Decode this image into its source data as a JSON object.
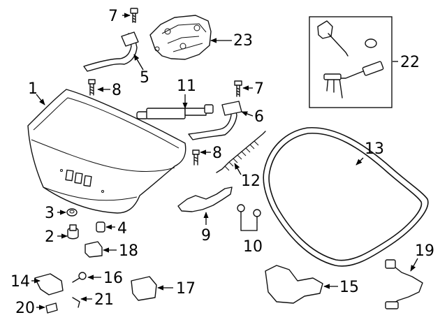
{
  "callouts": {
    "c1": "1",
    "c2": "2",
    "c3": "3",
    "c4": "4",
    "c5": "5",
    "c6": "6",
    "c7a": "7",
    "c7b": "7",
    "c8a": "8",
    "c8b": "8",
    "c9": "9",
    "c10": "10",
    "c11": "11",
    "c12": "12",
    "c13": "13",
    "c14": "14",
    "c15": "15",
    "c16": "16",
    "c17": "17",
    "c18": "18",
    "c19": "19",
    "c20": "20",
    "c21": "21",
    "c22": "22",
    "c23": "23"
  }
}
